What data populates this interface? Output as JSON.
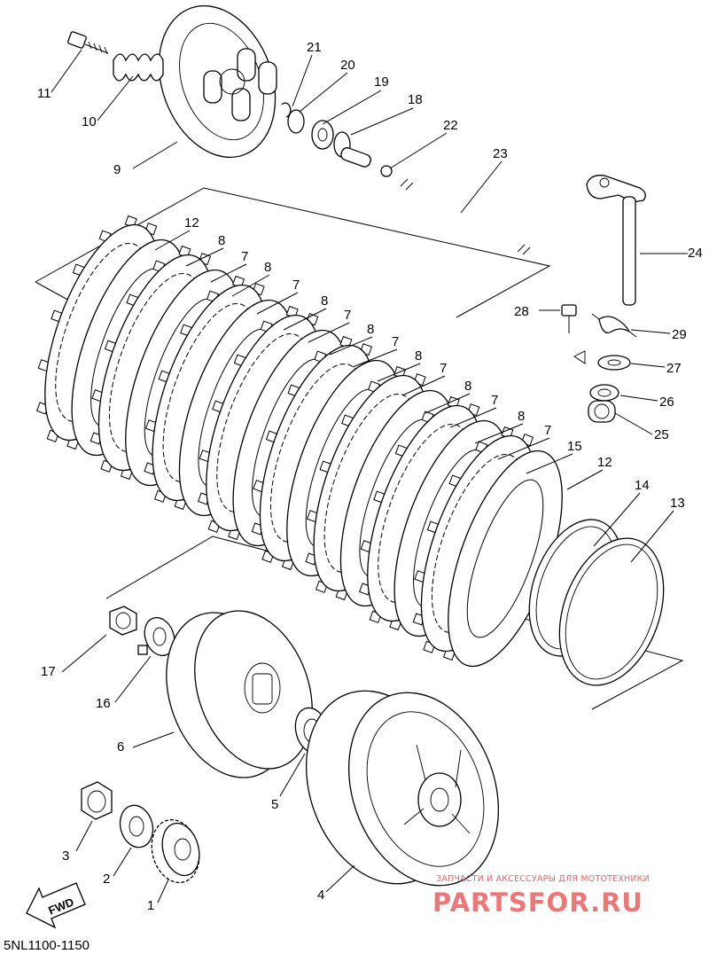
{
  "diagram_code": "5NL1100-1150",
  "fwd_label": "FWD",
  "watermark": {
    "tagline": "ЗАПЧАСТИ И АКСЕССУАРЫ ДЛЯ МОТОТЕХНИКИ",
    "brand": "PARTSFOR.RU"
  },
  "callouts": {
    "p1": "1",
    "p2": "2",
    "p3": "3",
    "p4": "4",
    "p5": "5",
    "p6": "6",
    "p7": "7",
    "p8": "8",
    "p9": "9",
    "p10": "10",
    "p11": "11",
    "p12": "12",
    "p13": "13",
    "p14": "14",
    "p15": "15",
    "p16": "16",
    "p17": "17",
    "p18": "18",
    "p19": "19",
    "p20": "20",
    "p21": "21",
    "p22": "22",
    "p23": "23",
    "p24": "24",
    "p25": "25",
    "p26": "26",
    "p27": "27",
    "p28": "28",
    "p29": "29"
  }
}
